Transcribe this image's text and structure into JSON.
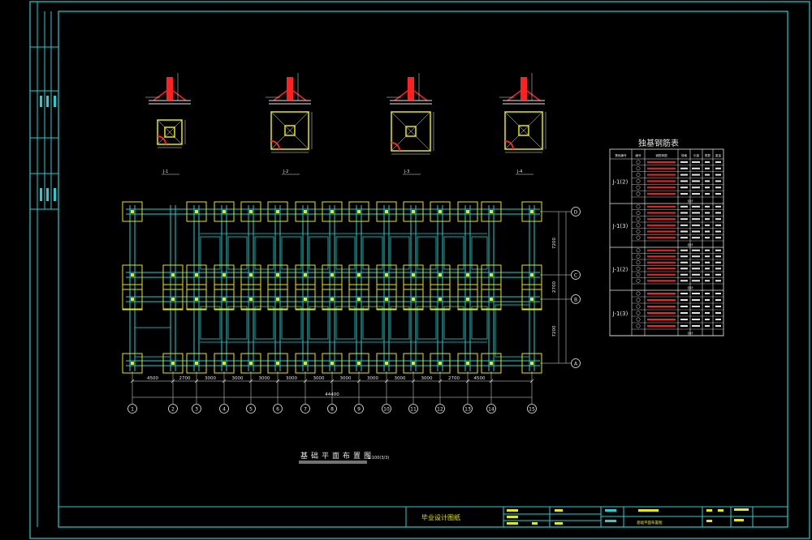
{
  "drawing": {
    "plan_title": "基础平面布置图",
    "plan_scale": "1:100(3/3)",
    "table_title": "独基钢筋表",
    "table_headers": [
      "基础编号",
      "编号",
      "钢筋简图",
      "规格",
      "长度",
      "根数",
      "重量"
    ],
    "footing_groups": [
      "J-1(2)",
      "J-1(3)",
      "J-1(2)",
      "J-1(3)"
    ],
    "subtotal_label": "合计",
    "axis_numbers": [
      "1",
      "2",
      "3",
      "4",
      "5",
      "6",
      "7",
      "8",
      "9",
      "10",
      "11",
      "12",
      "13",
      "14",
      "15"
    ],
    "axis_letters": [
      "D",
      "C",
      "B",
      "A"
    ],
    "bay_dims": [
      "4500",
      "2700",
      "3000",
      "3000",
      "3000",
      "3000",
      "3000",
      "3000",
      "3000",
      "3000",
      "3000",
      "2700",
      "4500"
    ],
    "total_dim": "44400",
    "vertical_dims": [
      "7200",
      "2700",
      "7200"
    ],
    "section_labels": [
      "J-1",
      "J-2",
      "J-3",
      "J-4"
    ],
    "title_block": {
      "project": "毕业设计图纸",
      "drawing_name": "基础平面布置图"
    },
    "colors": {
      "line": "#1fd0d0",
      "footing": "#e8e800",
      "rebar": "#ff2020",
      "text": "#e6e6e6"
    }
  }
}
